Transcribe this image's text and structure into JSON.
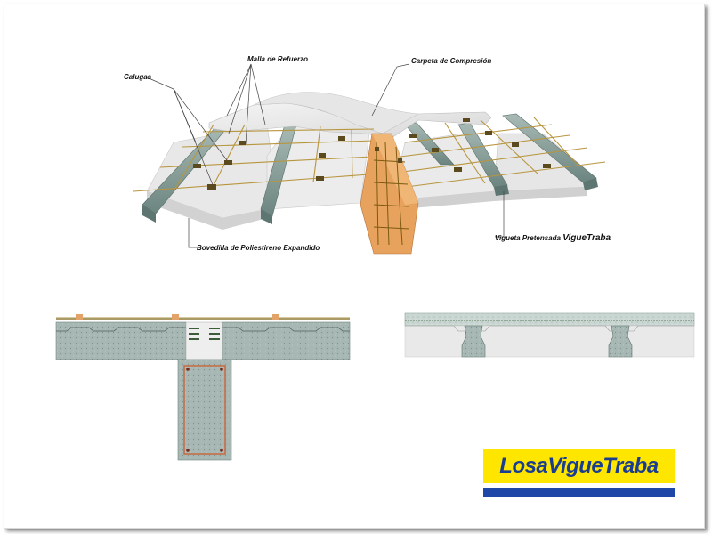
{
  "labels": {
    "calugas": "Calugas",
    "malla": "Malla de Refuerzo",
    "carpeta": "Carpeta de Compresión",
    "bovedilla": "Bovedilla de Poliestireno Expandido",
    "vigueta_prefix": "Vigueta Pretensada",
    "vigueta_brand": "VigueTraba"
  },
  "logo": {
    "text": "LosaVigueTraba"
  },
  "colors": {
    "concrete": "#9fb0ac",
    "concrete_dark": "#6f8580",
    "polystyrene": "#eeeeee",
    "rebar": "#c8a24a",
    "beam_wood": "#e0a060",
    "logo_yellow": "#ffe600",
    "logo_blue": "#1f47a8"
  }
}
